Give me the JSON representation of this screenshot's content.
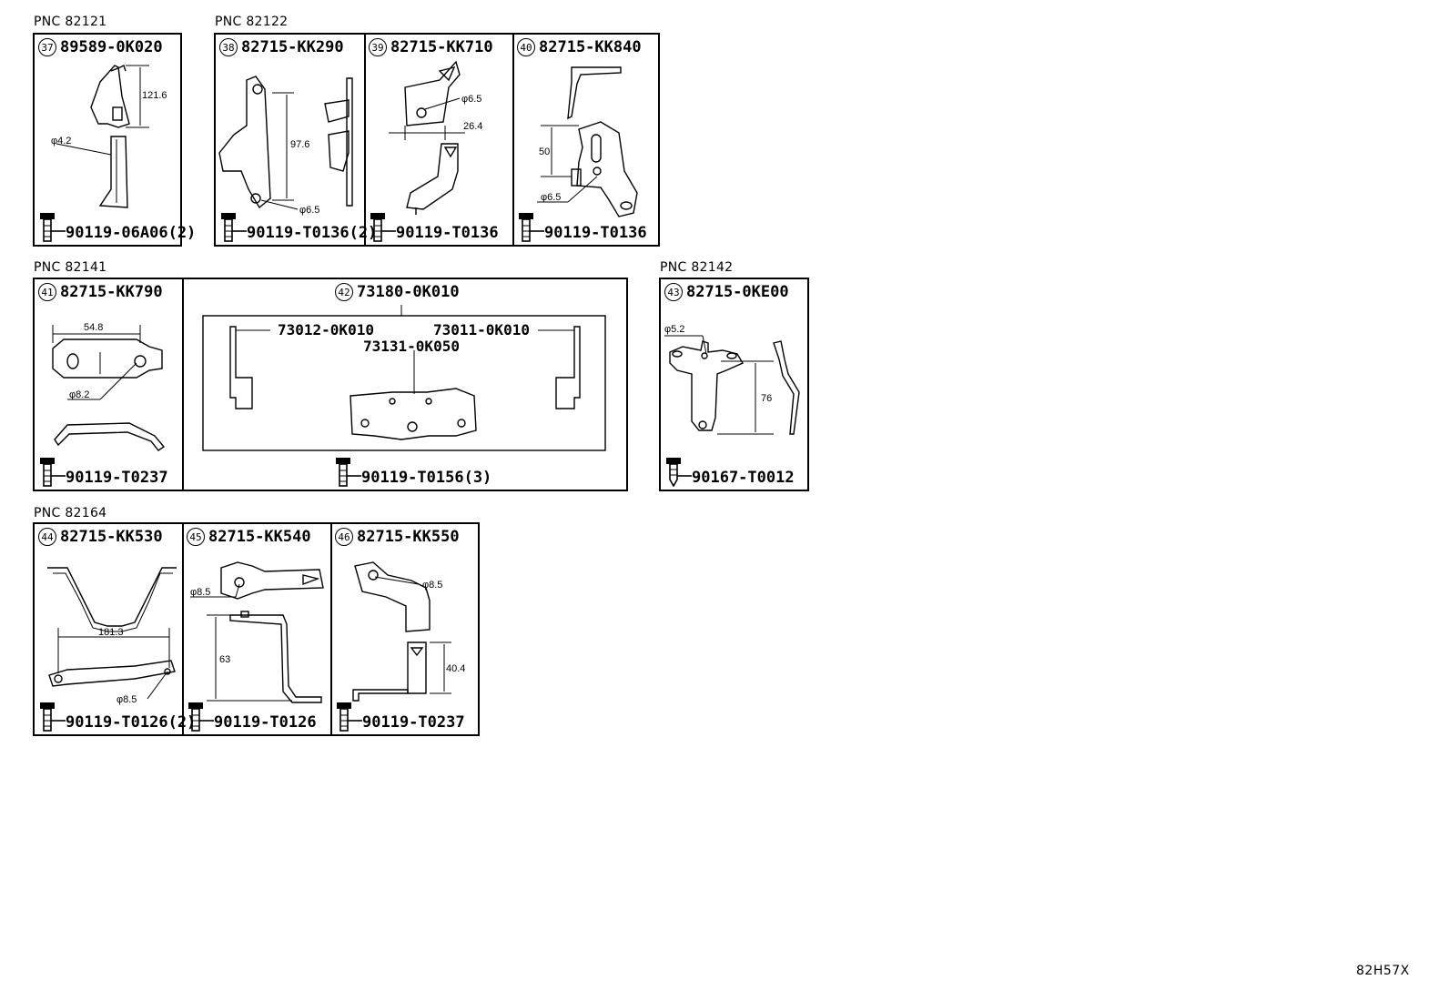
{
  "pnc_labels": {
    "g1": "PNC 82121",
    "g2": "PNC 82122",
    "g3": "PNC 82141",
    "g4": "PNC 82142",
    "g5": "PNC 82164"
  },
  "parts": {
    "p37": {
      "num": "37",
      "part": "89589-0K020",
      "bolt": "90119-06A06(2)",
      "dims": [
        "121.6",
        "φ4.2"
      ]
    },
    "p38": {
      "num": "38",
      "part": "82715-KK290",
      "bolt": "90119-T0136(2)",
      "dims": [
        "97.6",
        "φ6.5"
      ]
    },
    "p39": {
      "num": "39",
      "part": "82715-KK710",
      "bolt": "90119-T0136",
      "dims": [
        "φ6.5",
        "26.4"
      ]
    },
    "p40": {
      "num": "40",
      "part": "82715-KK840",
      "bolt": "90119-T0136",
      "dims": [
        "50",
        "φ6.5"
      ]
    },
    "p41": {
      "num": "41",
      "part": "82715-KK790",
      "bolt": "90119-T0237",
      "dims": [
        "54.8",
        "φ8.2"
      ]
    },
    "p42": {
      "num": "42",
      "part": "73180-0K010",
      "bolt": "90119-T0156(3)",
      "subparts": [
        "73012-0K010",
        "73011-0K010",
        "73131-0K050"
      ]
    },
    "p43": {
      "num": "43",
      "part": "82715-0KE00",
      "bolt": "90167-T0012",
      "dims": [
        "φ5.2",
        "76"
      ]
    },
    "p44": {
      "num": "44",
      "part": "82715-KK530",
      "bolt": "90119-T0126(2)",
      "dims": [
        "181.3",
        "φ8.5"
      ]
    },
    "p45": {
      "num": "45",
      "part": "82715-KK540",
      "bolt": "90119-T0126",
      "dims": [
        "φ8.5",
        "63"
      ]
    },
    "p46": {
      "num": "46",
      "part": "82715-KK550",
      "bolt": "90119-T0237",
      "dims": [
        "φ8.5",
        "40.4"
      ]
    }
  },
  "diagram_code": "82H57X"
}
